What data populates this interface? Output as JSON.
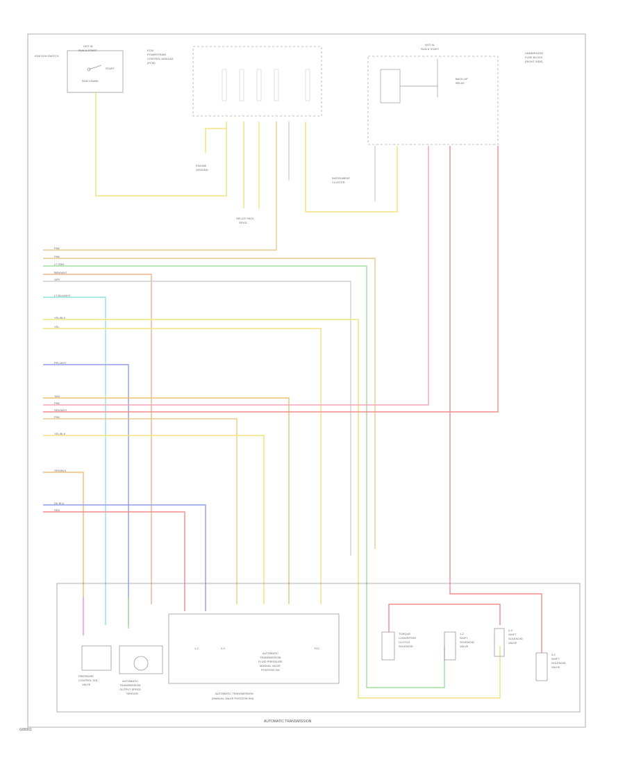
{
  "footer": {
    "page_id": "G00001",
    "bottom_caption": "AUTOMATIC TRANSMISSION"
  },
  "colors": {
    "yellow": "#f2e27a",
    "tan": "#e8c98a",
    "orange": "#f0c070",
    "pink": "#f4a3b5",
    "red": "#f58a8a",
    "green": "#9be29b",
    "cyan": "#8fe0e0",
    "blue": "#8f9bea",
    "magenta": "#f08ef0",
    "gray": "#cfcfcf",
    "peach": "#f0b38a"
  },
  "components": {
    "top_left": {
      "line1": "HOT IN",
      "line2": "RUN & START",
      "side_left": "IGNITION SWITCH",
      "side_right": "START",
      "lower": "RUN   CRANK"
    },
    "ecm": {
      "line1": "ECM",
      "line2": "POWERTRAIN",
      "line3": "CONTROL MODULE",
      "line4": "(PCM)"
    },
    "relay": {
      "line1": "HOT IN",
      "line2": "RUN & START",
      "name": "BACK-UP",
      "name2": "RELAY"
    },
    "right_note": {
      "line1": "UNDERHOOD",
      "line2": "FUSE BLOCK",
      "line3": "(RIGHT SIDE)"
    },
    "ground_left": {
      "line1": "ENGINE",
      "line2": "GROUND"
    },
    "splice": {
      "line1": "SPLICE PACK",
      "line2": "SP101"
    },
    "instrument": {
      "line1": "INSTRUMENT",
      "line2": "CLUSTER"
    },
    "pressure_switch": {
      "line1": "PRESSURE",
      "line2": "CONTROL SOL",
      "line3": "VALVE"
    },
    "speed_sensor": {
      "line1": "AUTOMATIC",
      "line2": "TRANSMISSION",
      "line3": "OUTPUT SPEED",
      "line4": "SENSOR"
    },
    "assembly": {
      "line1": "AUTOMATIC",
      "line2": "TRANSMISSION",
      "line3": "FLUID PRESSURE",
      "line4": "MANUAL VALVE",
      "line5": "POSITION SW",
      "s1": "1-2",
      "s2": "2-3",
      "s3": "TCC"
    },
    "bottom_assembly": {
      "line1": "AUTOMATIC TRANSMISSION",
      "line2": "(MANUAL VALVE POSITION SW)"
    },
    "solenoids": [
      {
        "line1": "TORQUE",
        "line2": "CONVERTER",
        "line3": "CLUTCH",
        "line4": "SOLENOID"
      },
      {
        "line1": "1-2",
        "line2": "SHIFT",
        "line3": "SOLENOID",
        "line4": "VALVE"
      },
      {
        "line1": "2-3",
        "line2": "SHIFT",
        "line3": "SOLENOID",
        "line4": "VALVE"
      },
      {
        "line1": "3-2",
        "line2": "SHIFT",
        "line3": "SOLENOID",
        "line4": "VALVE"
      }
    ]
  },
  "wire_codes": {
    "w1": "PNK",
    "w2": "PNK",
    "w3": "LT GRN",
    "w4": "BRN/WHT",
    "w5": "GRY",
    "w6": "LT BLU/WHT",
    "w7": "YEL/BLK",
    "w8": "YEL",
    "w9": "PPL/WHT",
    "w10": "TAN",
    "w11": "PNK",
    "w12": "RED/WHT",
    "w13": "PNK",
    "w14": "YEL/BLK",
    "w15": "ORN/BLK",
    "w16": "DK BLU",
    "w17": "RED"
  }
}
